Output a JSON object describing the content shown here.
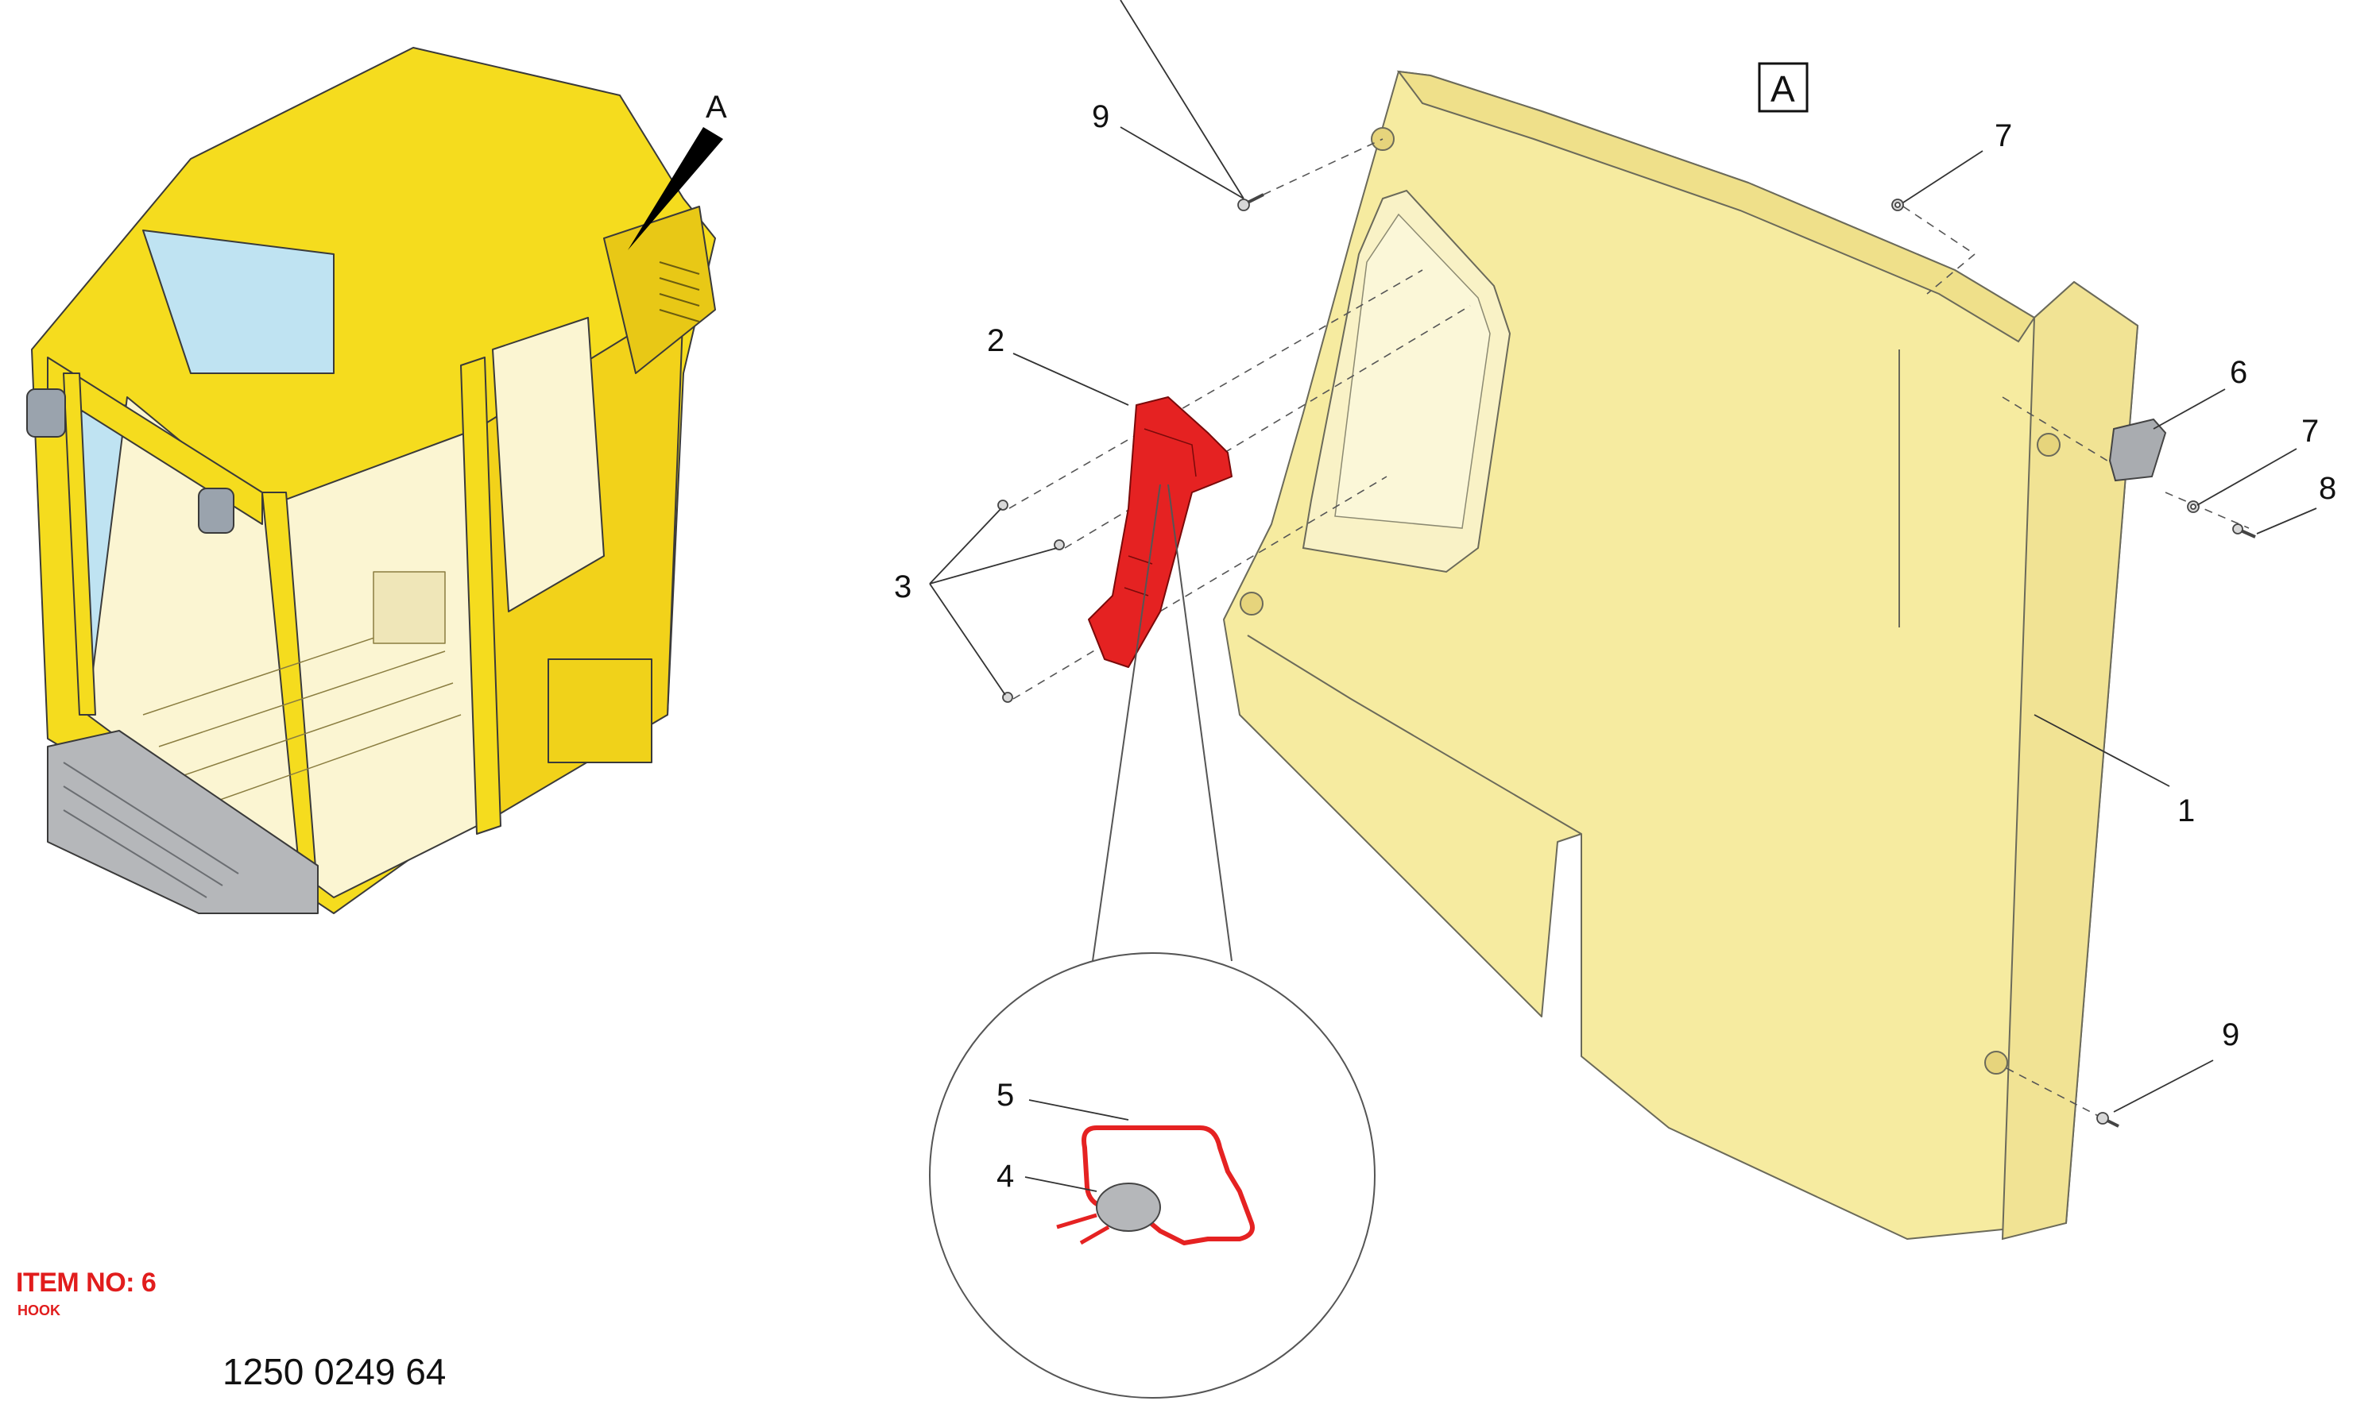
{
  "callouts": {
    "view_a_pointer": "A",
    "view_a_box": "A",
    "c9_top": "9",
    "c7_top": "7",
    "c2": "2",
    "c6": "6",
    "c7_right": "7",
    "c8": "8",
    "c3": "3",
    "c1": "1",
    "c9_bottom": "9",
    "c5": "5",
    "c4": "4"
  },
  "item": {
    "title": "ITEM NO: 6",
    "name": "HOOK"
  },
  "part_number": "1250 0249 64",
  "colors": {
    "cab_yellow": "#f5dc1e",
    "panel_cream": "#f6eba0",
    "highlight_red": "#e52222",
    "glass_blue": "#bfe3f2",
    "interior_cream": "#fbf5d2",
    "step_gray": "#b5b7ba"
  }
}
